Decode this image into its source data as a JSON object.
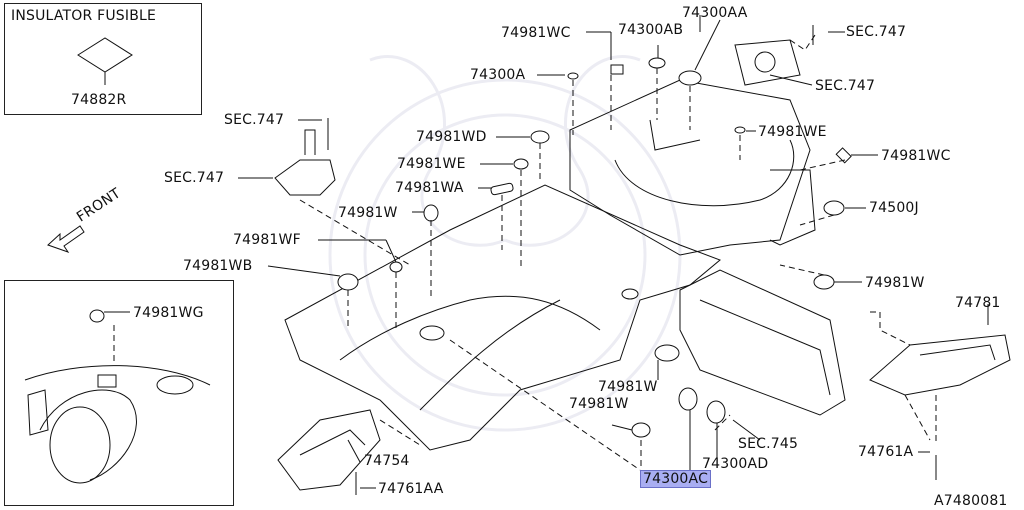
{
  "diagram_code": "A7480081",
  "front_label": "FRONT",
  "inset_top": {
    "title": "INSULATOR FUSIBLE",
    "part": "74882R"
  },
  "inset_bottom": {
    "part": "74981WG"
  },
  "labels": {
    "p74981WC_top": "74981WC",
    "p74300AB": "74300AB",
    "p74300AA": "74300AA",
    "sec747_tr1": "SEC.747",
    "sec747_tr2": "SEC.747",
    "p74300A": "74300A",
    "sec747_l1": "SEC.747",
    "sec747_l2": "SEC.747",
    "p74981WD": "74981WD",
    "p74981WE_l": "74981WE",
    "p74981WA": "74981WA",
    "p74981WE_r": "74981WE",
    "p74981WC_r": "74981WC",
    "p74981W_l": "74981W",
    "p74500J": "74500J",
    "p74981WF": "74981WF",
    "p74981WB": "74981WB",
    "p74981W_r": "74981W",
    "p74781": "74781",
    "p74981W_c1": "74981W",
    "p74981W_c2": "74981W",
    "sec745": "SEC.745",
    "p74754": "74754",
    "p74300AD": "74300AD",
    "p74761A": "74761A",
    "p74300AC": "74300AC",
    "p74761AA": "74761AA"
  }
}
